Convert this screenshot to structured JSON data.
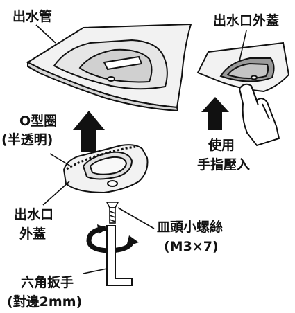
{
  "labels": {
    "outlet_pipe": "出水管",
    "outlet_cover_top": "出水口外蓋",
    "o_ring_line1": "O型圈",
    "o_ring_line2": "(半透明)",
    "press_line1": "使用",
    "press_line2": "手指壓入",
    "outlet_cover_line1": "出水口",
    "outlet_cover_line2": "外蓋",
    "screw_line1": "皿頭小螺絲",
    "screw_line2": "(M3×7)",
    "hex_wrench_line1": "六角扳手",
    "hex_wrench_line2": "(對邊2mm)"
  },
  "colors": {
    "line": "#111111",
    "fill_light": "#f2f2f2",
    "fill_mid": "#d6d6d6",
    "fill_dark": "#9a9a9a"
  },
  "icons": {
    "arrow": "up-arrow-icon",
    "rotation": "rotation-arrow-icon",
    "hand": "finger-press-icon"
  }
}
